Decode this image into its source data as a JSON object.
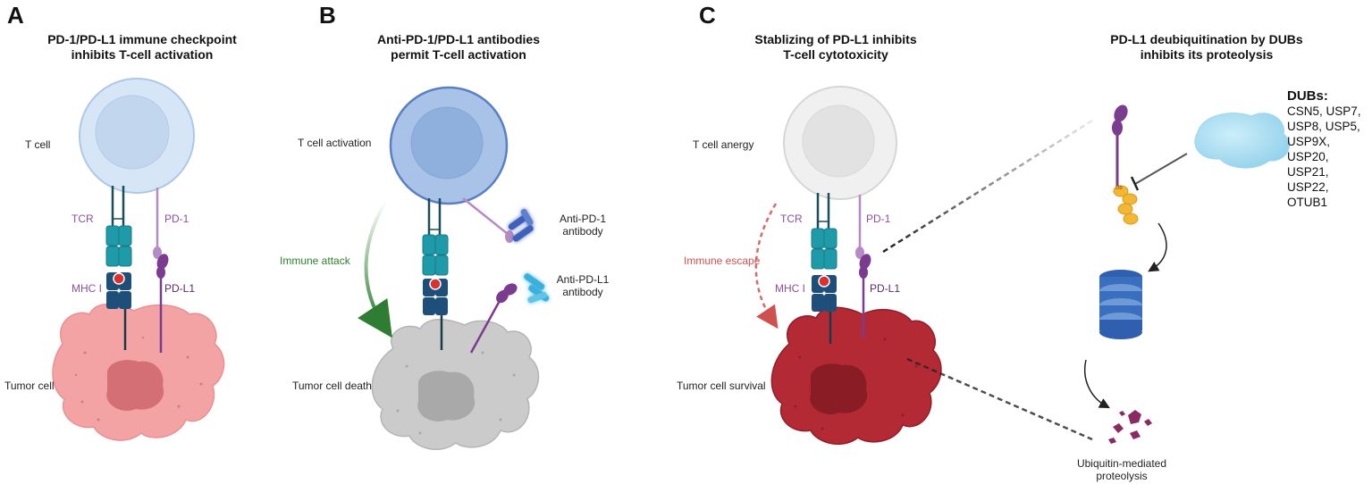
{
  "panels": {
    "a": {
      "letter": "A",
      "title_line1": "PD-1/PD-L1 immune checkpoint",
      "title_line2": "inhibits T-cell activation",
      "t_cell": "T cell",
      "tcr": "TCR",
      "pd1": "PD-1",
      "mhc": "MHC I",
      "pdl1": "PD-L1",
      "tumor": "Tumor cell"
    },
    "b": {
      "letter": "B",
      "title_line1": "Anti-PD-1/PD-L1 antibodies",
      "title_line2": "permit T-cell activation",
      "t_cell": "T cell activation",
      "attack": "Immune attack",
      "tumor": "Tumor cell death",
      "ab1_line1": "Anti-PD-1",
      "ab1_line2": "antibody",
      "ab2_line1": "Anti-PD-L1",
      "ab2_line2": "antibody"
    },
    "c": {
      "letter": "C",
      "title_line1": "Stablizing of PD-L1 inhibits",
      "title_line2": "T-cell cytotoxicity",
      "t_cell": "T cell anergy",
      "tcr": "TCR",
      "pd1": "PD-1",
      "mhc": "MHC I",
      "pdl1": "PD-L1",
      "escape": "Immune escape",
      "tumor": "Tumor cell survival"
    },
    "d": {
      "title_line1": "PD-L1 deubiquitination by DUBs",
      "title_line2": "inhibits its proteolysis",
      "ub": "Ub",
      "proteolysis_line1": "Ubiquitin-mediated",
      "proteolysis_line2": "proteolysis",
      "dubs_title": "DUBs:",
      "dubs_lines": [
        "CSN5, USP7,",
        "USP8, USP5,",
        "USP9X, USP20,",
        "USP21, USP22,",
        "OTUB1"
      ]
    }
  },
  "colors": {
    "tcell_a": "#d6e6f7",
    "tcell_b": "#a9c3e8",
    "tcell_c": "#ececec",
    "tumor_a": "#f3a3a3",
    "tumor_b": "#c9c9c9",
    "tumor_c": "#b32a35",
    "purple": "#7b3b8f",
    "teal": "#1e9aa8",
    "navy": "#1d4f7a"
  }
}
